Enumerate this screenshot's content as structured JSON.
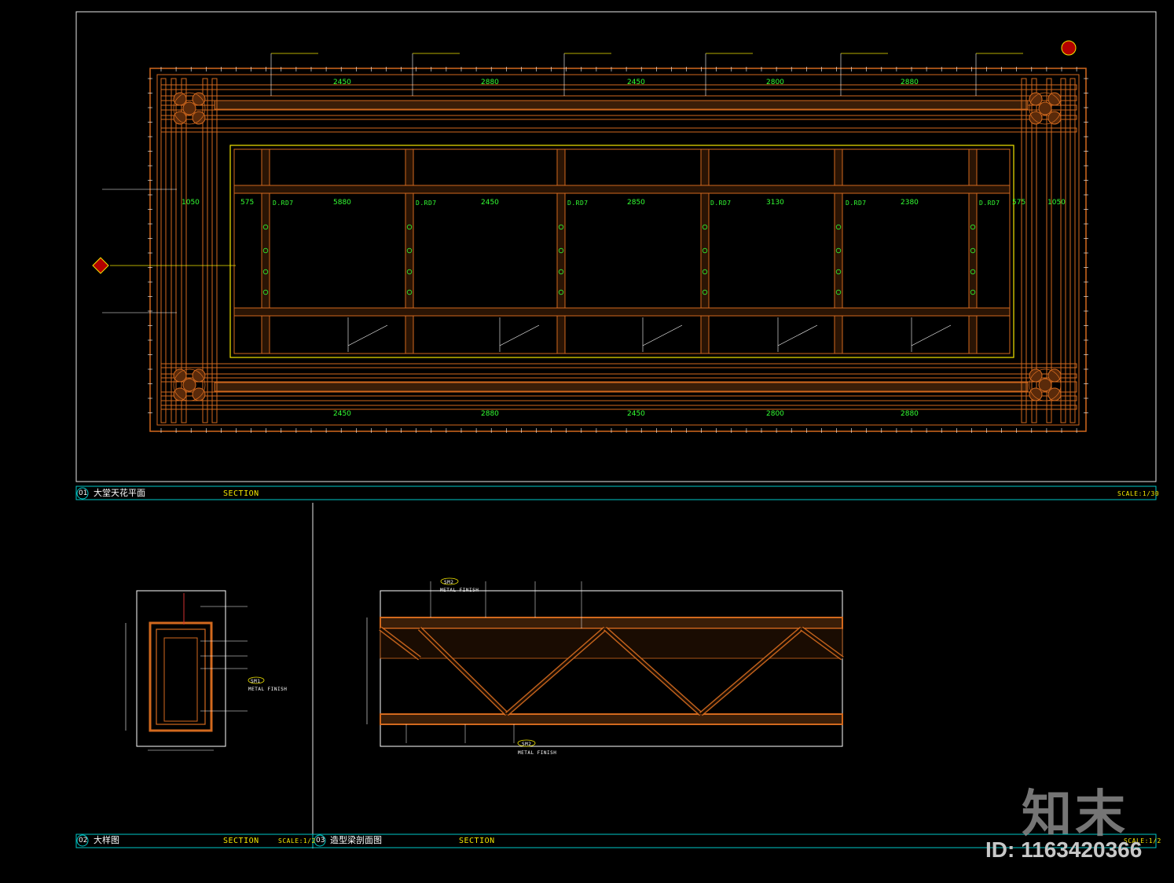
{
  "titles": {
    "t1": {
      "num": "01",
      "name": "大堂天花平面",
      "section": "SECTION",
      "scale": "SCALE:1/30"
    },
    "t2": {
      "num": "02",
      "name": "大样图",
      "section": "SECTION",
      "scale": "SCALE:1/2"
    },
    "t3": {
      "num": "03",
      "name": "造型梁剖面图",
      "section": "SECTION",
      "scale": "SCALE:1/2"
    }
  },
  "dims_top": [
    "2450",
    "2880",
    "2450",
    "2800",
    "2880"
  ],
  "dims_mid": [
    "1050",
    "575",
    "5880",
    "2450",
    "2850",
    "3130",
    "2380",
    "575",
    "1050"
  ],
  "room_tags": [
    "D.RD7",
    "D.RD7",
    "D.RD7",
    "D.RD7",
    "D.RD7",
    "D.RD7"
  ],
  "detail_notes": {
    "tag1": "SM1",
    "finish1": "METAL FINISH",
    "tag2": "SM2",
    "finish2": "METAL FINISH",
    "tag3": "SM2",
    "finish3": "METAL FINISH"
  },
  "watermark": {
    "logo": "知末",
    "id": "ID: 1163420366"
  },
  "colors": {
    "background": "#000000",
    "orange": "#d2691e",
    "yellow": "#f2e600",
    "cyan": "#00c8c8",
    "white": "#ffffff",
    "green": "#33ff33"
  }
}
